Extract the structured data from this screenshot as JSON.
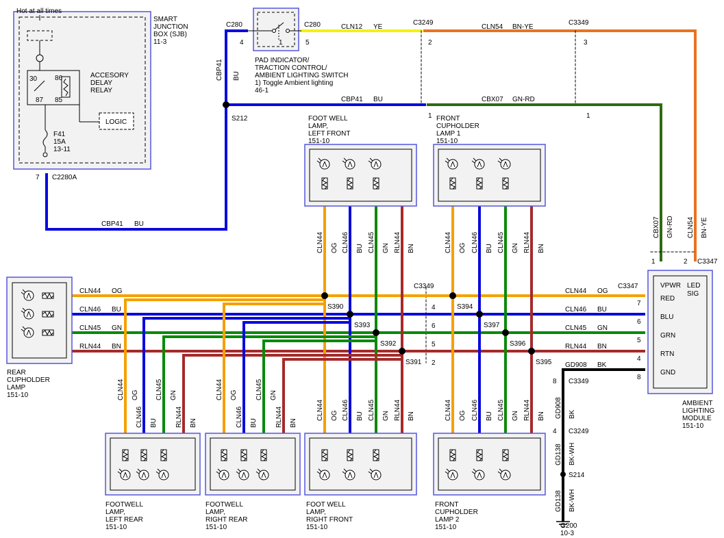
{
  "colors": {
    "OG": "#f5a000",
    "BU": "#0a0adc",
    "GN": "#0a8a0a",
    "BN": "#a52a2a",
    "YE": "#f2f20a",
    "BNYE": "#e8731e",
    "GNRD": "#2e6b10",
    "BK": "#000000",
    "box_border": "#5555dd",
    "box_fill": "#f2f2f2"
  },
  "labels": {
    "hot": "Hot at all times",
    "sjb": [
      "SMART",
      "JUNCTION",
      "BOX (SJB)",
      "11-3"
    ],
    "relay": [
      "ACCESORY",
      "DELAY",
      "RELAY"
    ],
    "logic": "LOGIC",
    "fuse": [
      "F41",
      "15A",
      "13-11"
    ],
    "pin30": "30",
    "pin86": "86",
    "pin87": "87",
    "pin85": "85",
    "pin7": "7",
    "c2280a": "C2280A",
    "cbp41_bottom": "CBP41",
    "bu_bottom": "BU",
    "c280_a": "C280",
    "pin4": "4",
    "c280_b": "C280",
    "pin5": "5",
    "sw1": "1",
    "cbp41_v": "CBP41",
    "bu_v": "BU",
    "s212": "S212",
    "switch": [
      "PAD INDICATOR/",
      "TRACTION CONTROL/",
      "AMBIENT LIGHTING SWITCH",
      "1) Toggle Ambient lighting",
      "46-1"
    ],
    "cln12": "CLN12",
    "ye": "YE",
    "c3249_t": "C3249",
    "pin2_t": "2",
    "cln54": "CLN54",
    "bnye": "BN-YE",
    "c3349_t": "C3349",
    "pin3_t": "3",
    "cbp41_mid": "CBP41",
    "bu_mid": "BU",
    "pin1_a": "1",
    "cbx07": "CBX07",
    "gnrd": "GN-RD",
    "pin1_b": "1",
    "fwlf": [
      "FOOT WELL",
      "LAMP,",
      "LEFT FRONT",
      "151-10"
    ],
    "fcl1": [
      "FRONT",
      "CUPHOLDER",
      "LAMP 1",
      "151-10"
    ],
    "rcl": [
      "REAR",
      "CUPHOLDER",
      "LAMP",
      "151-10"
    ],
    "cln44": "CLN44",
    "og": "OG",
    "cln46": "CLN46",
    "bu": "BU",
    "cln45": "CLN45",
    "gn": "GN",
    "rln44": "RLN44",
    "bn": "BN",
    "c3349_m": "C3349",
    "p4": "4",
    "p6": "6",
    "p5": "5",
    "p2": "2",
    "s390": "S390",
    "s393": "S393",
    "s392": "S392",
    "s391": "S391",
    "s394": "S394",
    "s397": "S397",
    "s396": "S396",
    "s395": "S395",
    "c3347_a": "C3347",
    "c3347_b": "C3347",
    "p1r": "1",
    "p2r": "2",
    "cbx07_v": "CBX07",
    "gnrd_v": "GN-RD",
    "cln54_v": "CLN54",
    "bnye_v": "BN-YE",
    "pins": [
      "7",
      "6",
      "5",
      "4",
      "8"
    ],
    "gd908": "GD908",
    "bk": "BK",
    "p8": "8",
    "c3349_b": "C3349",
    "p4b": "4",
    "c3249_b": "C3249",
    "gd138": "GD138",
    "bkwh": "BK-WH",
    "s214": "S214",
    "g200": [
      "G200",
      "10-3"
    ],
    "alm_pins": [
      "VPWR",
      "RED",
      "BLU",
      "GRN",
      "RTN",
      "GND"
    ],
    "led_sig": [
      "LED",
      "SIG"
    ],
    "alm": [
      "AMBIENT",
      "LIGHTING",
      "MODULE",
      "151-10"
    ],
    "fwlr": [
      "FOOTWELL",
      "LAMP,",
      "LEFT REAR",
      "151-10"
    ],
    "fwrr": [
      "FOOTWELL",
      "LAMP,",
      "RIGHT REAR",
      "151-10"
    ],
    "fwrf": [
      "FOOT WELL",
      "LAMP,",
      "RIGHT FRONT",
      "151-10"
    ],
    "fcl2": [
      "FRONT",
      "CUPHOLDER",
      "LAMP 2",
      "151-10"
    ]
  }
}
